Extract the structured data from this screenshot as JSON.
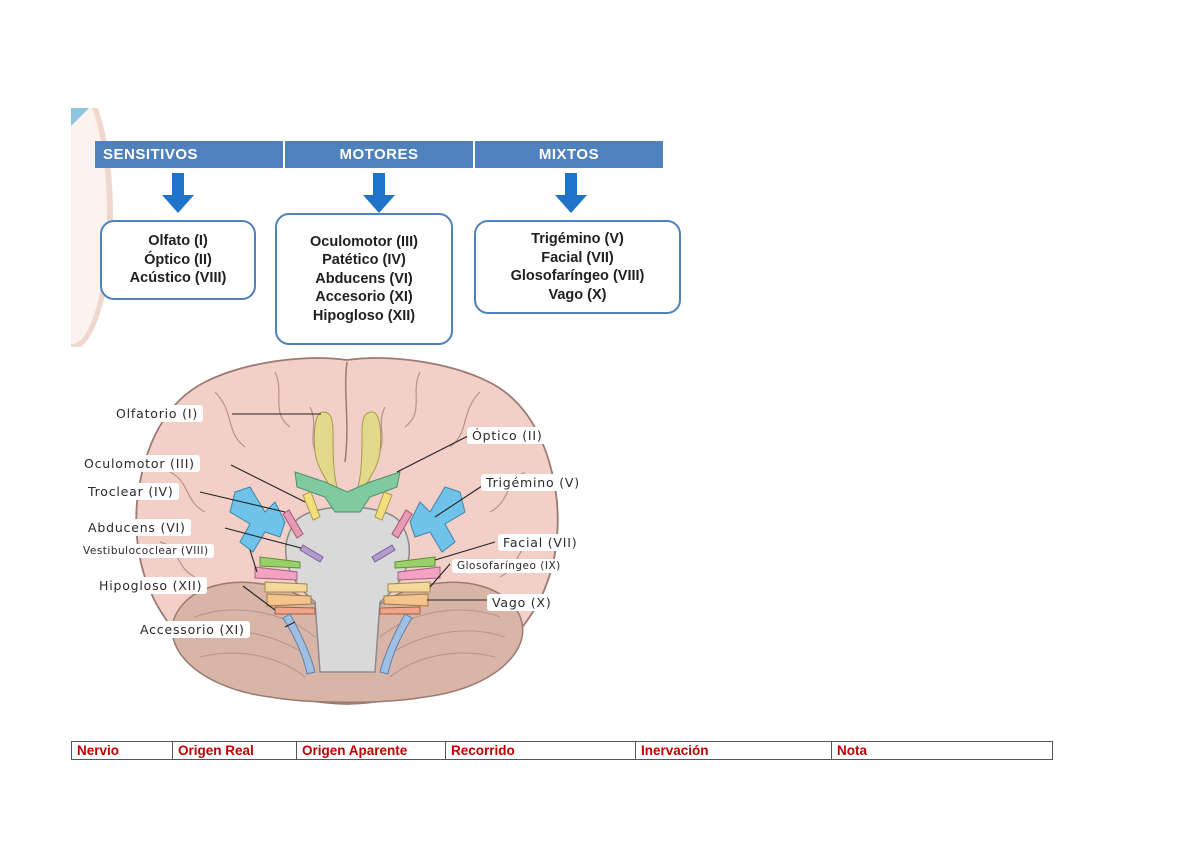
{
  "classification": {
    "columns": [
      {
        "header": "SENSITIVOS",
        "nerves": [
          "Olfato (I)",
          "Óptico (II)",
          "Acústico (VIII)"
        ]
      },
      {
        "header": "MOTORES",
        "nerves": [
          "Oculomotor (III)",
          "Patético (IV)",
          "Abducens (VI)",
          "Accesorio (XI)",
          "Hipogloso (XII)"
        ]
      },
      {
        "header": "MIXTOS",
        "nerves": [
          "Trigémino (V)",
          "Facial (VII)",
          "Glosofaríngeo  (VIII)",
          "Vago (X)"
        ]
      }
    ],
    "colors": {
      "header_bg": "#4f81bd",
      "header_text": "#ffffff",
      "box_border": "#4f81bd",
      "arrow": "#1f73c9"
    }
  },
  "brain_diagram": {
    "labels": {
      "olfatorio": "Olfatorio (I)",
      "optico": "Óptico (II)",
      "oculomotor": "Oculomotor (III)",
      "troclear": "Troclear (IV)",
      "trigemino": "Trigémino (V)",
      "abducens": "Abducens (VI)",
      "facial": "Facial (VII)",
      "vestibulococlear": "Vestibulococlear (VIII)",
      "glosofaringeo": "Glosofaríngeo (IX)",
      "hipogloso": "Hipogloso (XII)",
      "vago": "Vago (X)",
      "accessorio": "Accessorio (XI)"
    },
    "colors": {
      "brain": "#f2cfc7",
      "brain_outline": "#9a7a72",
      "cerebellum": "#d9b5a8",
      "olfactory": "#e3d98a",
      "optic": "#7fcaa0",
      "oculomotor": "#f2e17a",
      "trochlear": "#e89ab4",
      "trigeminal": "#6fc3ea",
      "abducens": "#b59ad0",
      "facial": "#9ad06a",
      "vestibulocochlear": "#f3a2c2",
      "glossopharyngeal": "#f4d79a",
      "vagus": "#f4c38e",
      "accessory": "#9fbfe2",
      "hypoglossal": "#f0a48a",
      "brainstem": "#d9d9d9"
    }
  },
  "table": {
    "headers": [
      "Nervio",
      "Origen Real",
      "Origen Aparente",
      "Recorrido",
      "Inervación",
      "Nota"
    ],
    "header_color": "#c00000"
  }
}
